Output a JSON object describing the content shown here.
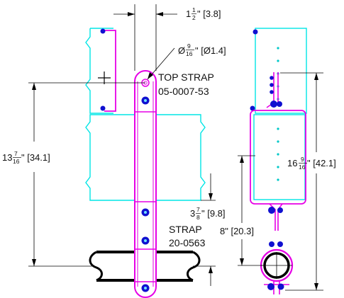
{
  "labels": {
    "top_strap_name": "TOP STRAP",
    "top_strap_part": "05-0007-53",
    "strap_name": "STRAP",
    "strap_part": "20-0563"
  },
  "dimensions": {
    "width_whole": "1",
    "width_num": "1",
    "width_den": "2",
    "width_metric": "\" [3.8]",
    "hole_prefix": "Ø",
    "hole_num": "9",
    "hole_den": "16",
    "hole_metric": "\" [Ø1.4]",
    "height_left_whole": "13",
    "height_left_num": "7",
    "height_left_den": "16",
    "height_left_metric": "\" [34.1]",
    "offset_whole": "3",
    "offset_num": "7",
    "offset_den": "8",
    "offset_metric": "\" [9.8]",
    "mid_whole": "8\" [20.3]",
    "height_right_whole": "16",
    "height_right_num": "9",
    "height_right_den": "16",
    "height_right_metric": "\" [42.1]"
  },
  "colors": {
    "cyan": "#00e5e5",
    "magenta": "#e600e6",
    "blue": "#1010d0",
    "black": "#000000"
  }
}
